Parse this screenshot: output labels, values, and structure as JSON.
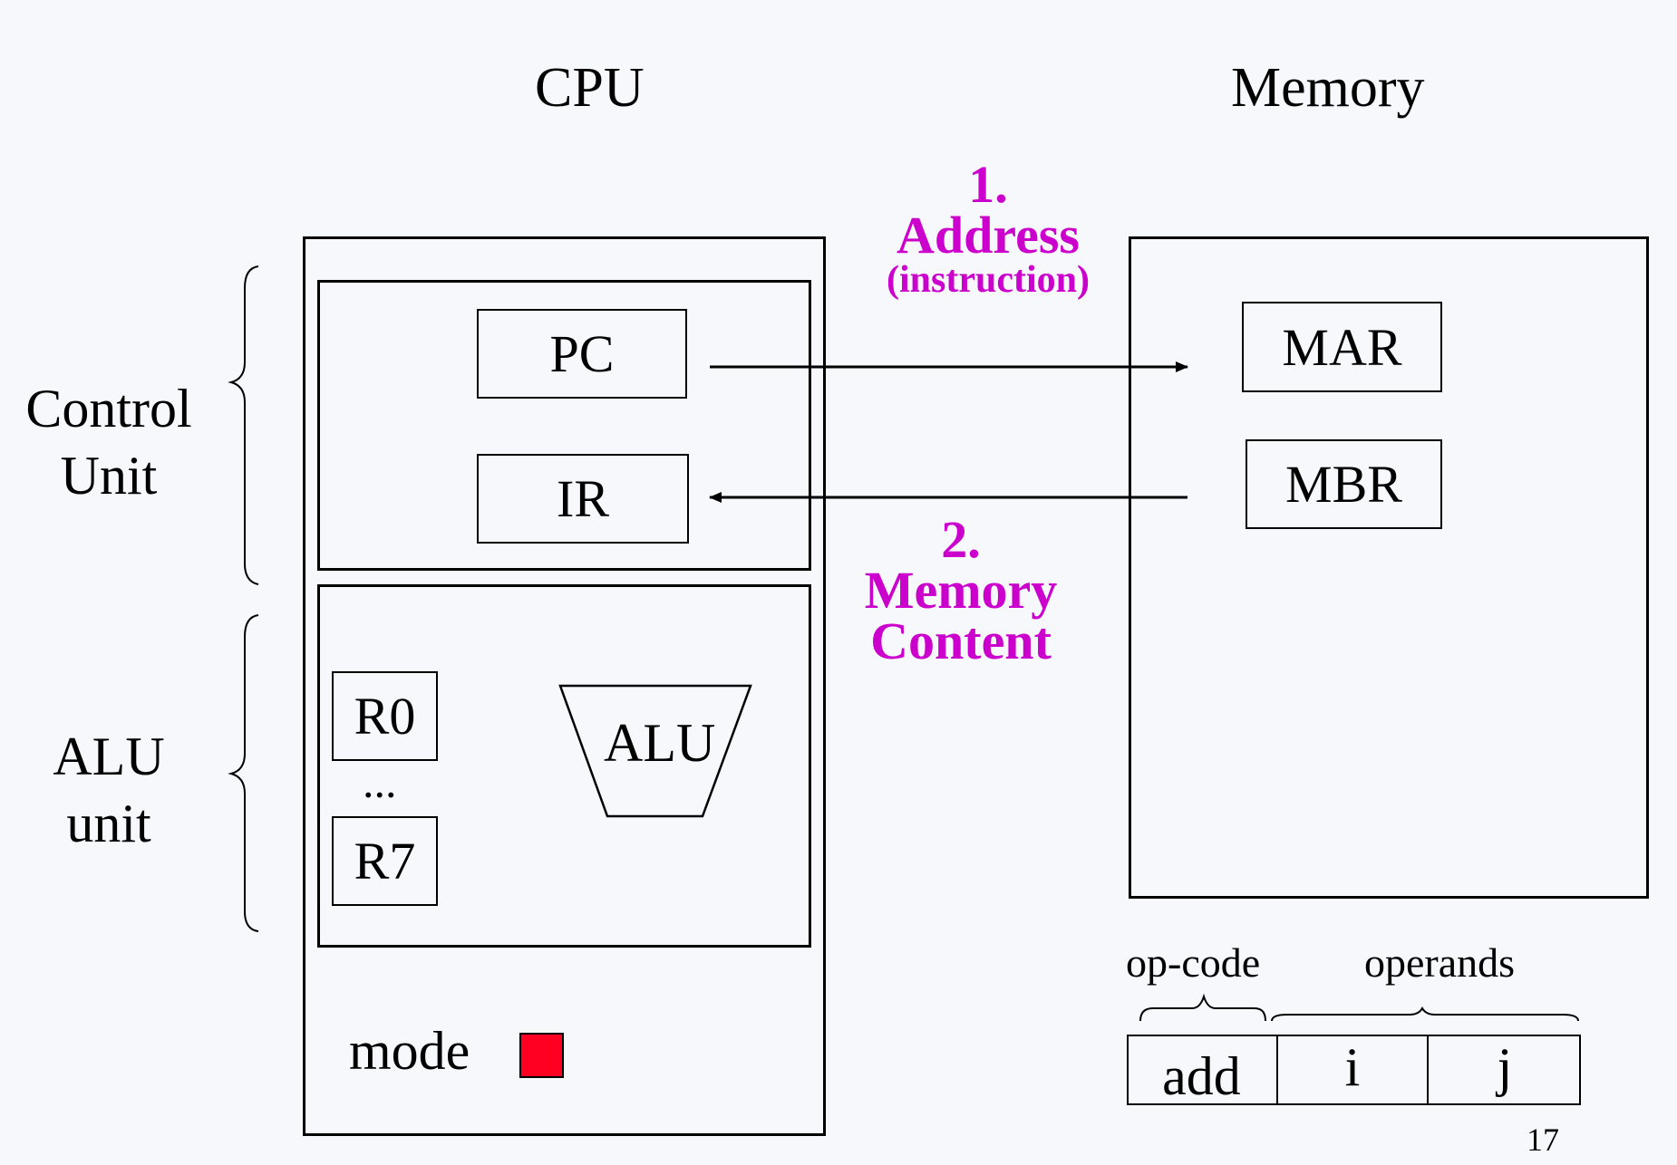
{
  "titles": {
    "cpu": "CPU",
    "memory": "Memory"
  },
  "side_labels": {
    "control_unit": [
      "Control",
      "Unit"
    ],
    "alu_unit": [
      "ALU",
      "unit"
    ]
  },
  "cpu": {
    "control": {
      "pc": "PC",
      "ir": "IR"
    },
    "alu_section": {
      "r0": "R0",
      "ellipsis": "...",
      "r7": "R7",
      "alu": "ALU"
    },
    "mode": {
      "label": "mode",
      "indicator_color": "#ff0022"
    }
  },
  "memory": {
    "mar": "MAR",
    "mbr": "MBR"
  },
  "steps": {
    "step1": {
      "number": "1.",
      "title": "Address",
      "subtitle": "(instruction)"
    },
    "step2": {
      "number": "2.",
      "line1": "Memory",
      "line2": "Content"
    }
  },
  "instruction_format": {
    "opcode_label": "op-code",
    "operands_label": "operands",
    "fields": [
      "add",
      "i",
      "j"
    ]
  },
  "page_number": "17",
  "colors": {
    "accent": "#cc00cc",
    "background": "#f7f8fc",
    "line": "#000000"
  }
}
